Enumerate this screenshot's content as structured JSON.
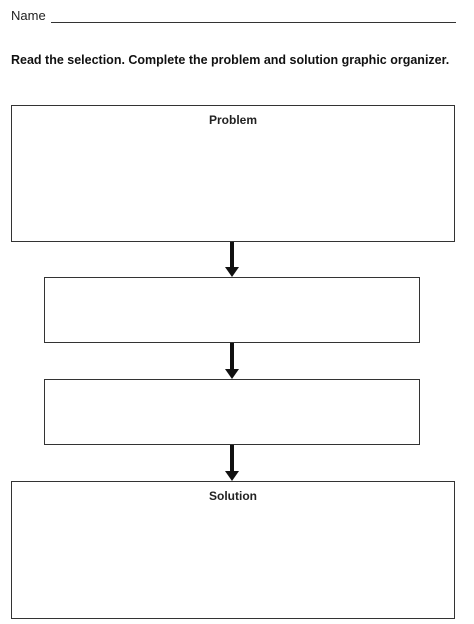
{
  "header": {
    "name_label": "Name"
  },
  "instructions": "Read the selection. Complete the problem and solution graphic organizer.",
  "organizer": {
    "problem_title": "Problem",
    "step_1_text": "",
    "step_2_text": "",
    "solution_title": "Solution"
  },
  "colors": {
    "line": "#333333",
    "arrow": "#111111",
    "background": "#ffffff"
  },
  "icons": {
    "connector": "down-arrow-icon"
  }
}
